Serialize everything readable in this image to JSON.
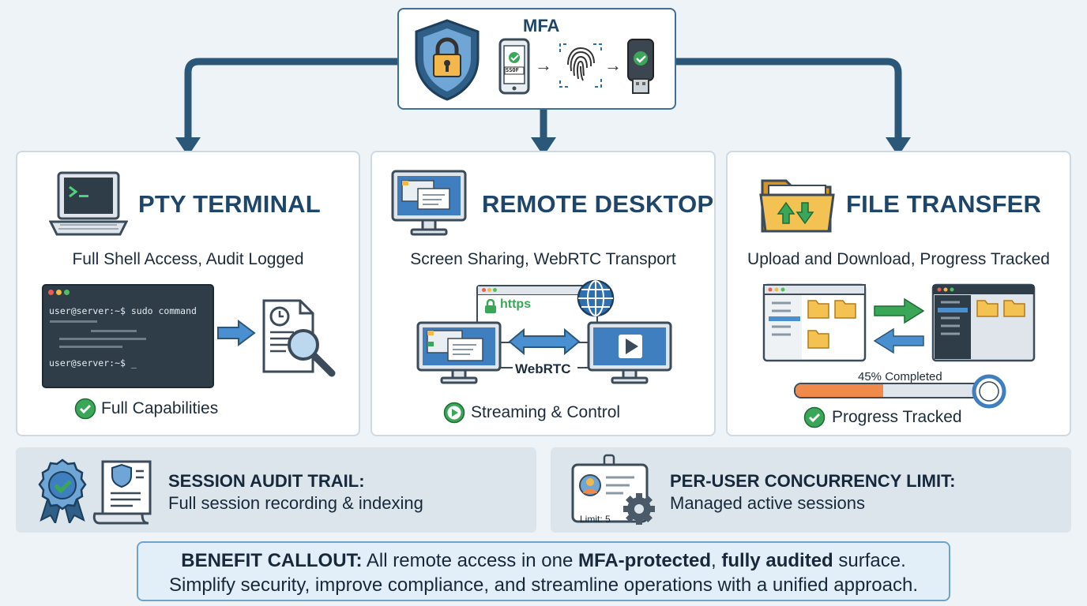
{
  "mfa": {
    "label": "MFA",
    "device_text": "SSOF"
  },
  "cards": {
    "terminal": {
      "title": "PTY TERMINAL",
      "subtitle": "Full Shell Access, Audit Logged",
      "prompt_line_1": "user@server:~$ sudo command",
      "prompt_line_2": "user@server:~$ _",
      "status": "Full Capabilities"
    },
    "desktop": {
      "title": "REMOTE DESKTOP",
      "subtitle": "Screen Sharing, WebRTC Transport",
      "https_label": "https",
      "webrtc_label": "WebRTC",
      "status": "Streaming & Control"
    },
    "file": {
      "title": "FILE TRANSFER",
      "subtitle": "Upload and Download, Progress Tracked",
      "progress_label": "45% Completed",
      "progress_value": 0.45,
      "status": "Progress Tracked"
    }
  },
  "audit": {
    "title": "SESSION AUDIT TRAIL:",
    "text": "Full session recording & indexing"
  },
  "concurrency": {
    "title": "PER-USER CONCURRENCY LIMIT:",
    "text": "Managed active sessions",
    "limit_label": "Limit: 5"
  },
  "callout": {
    "lead": "BENEFIT CALLOUT:",
    "part1": " All remote access in one ",
    "bold1": "MFA-protected",
    "part2": ", ",
    "bold2": "fully audited",
    "part3": " surface.",
    "line2": "Simplify security, improve compliance, and streamline operations with a unified approach."
  },
  "colors": {
    "navy": "#1d466a",
    "arrow": "#2b5878",
    "green": "#3aa657",
    "blue": "#3f7fc0",
    "orange": "#f08a4b"
  }
}
